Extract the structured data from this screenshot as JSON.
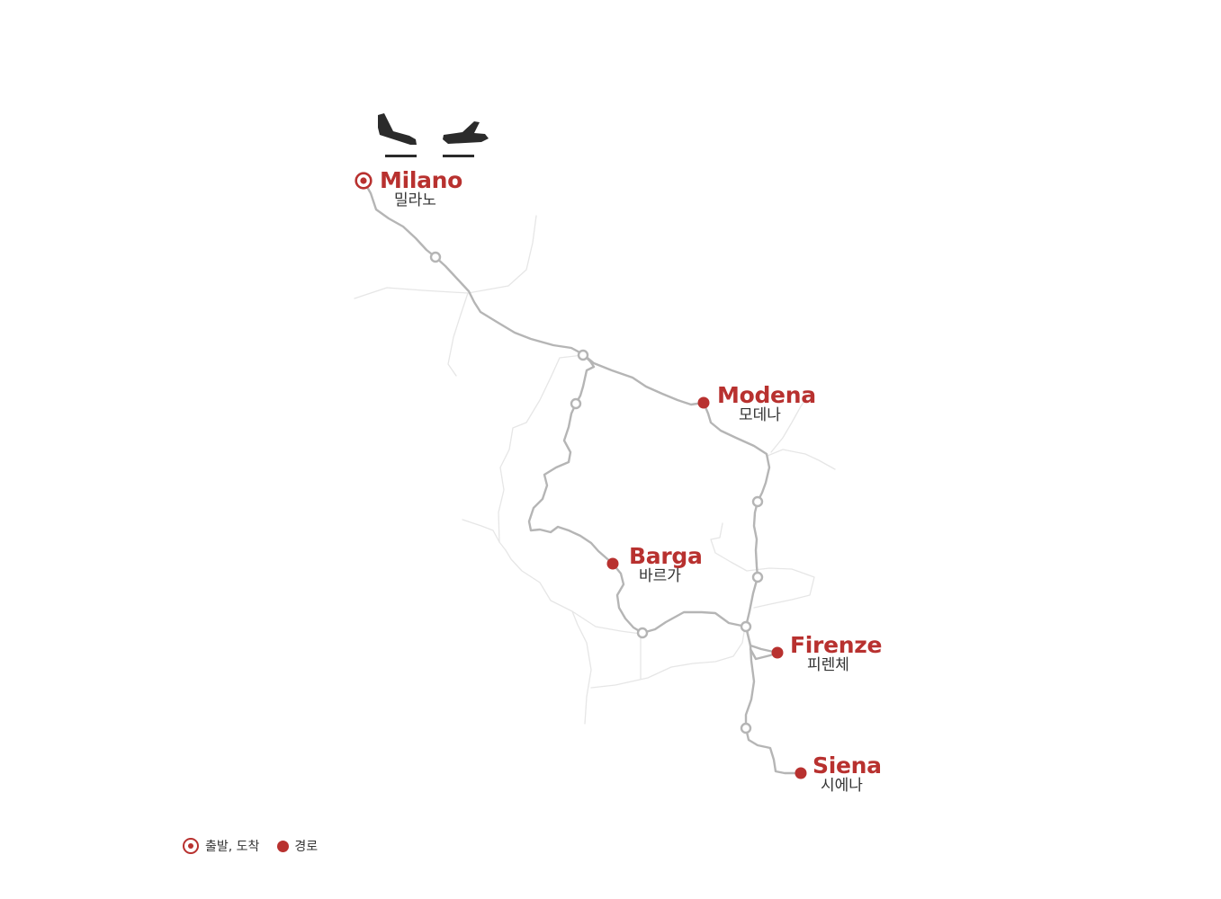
{
  "colors": {
    "accent": "#b8312f",
    "route_line": "#b5b5b5",
    "background_line": "#e6e6e6",
    "text_dark": "#333333",
    "plane_icon": "#2b2b2b"
  },
  "airport": {
    "icons": [
      "airplane-arrival-icon",
      "airplane-departure-icon"
    ]
  },
  "cities": {
    "milano": {
      "name": "Milano",
      "name_kr": "밀라노",
      "type": "start-end"
    },
    "modena": {
      "name": "Modena",
      "name_kr": "모데나",
      "type": "route"
    },
    "barga": {
      "name": "Barga",
      "name_kr": "바르가",
      "type": "route"
    },
    "firenze": {
      "name": "Firenze",
      "name_kr": "피렌체",
      "type": "route"
    },
    "siena": {
      "name": "Siena",
      "name_kr": "시에나",
      "type": "route"
    }
  },
  "legend": {
    "start_end_label": "출발, 도착",
    "route_label": "경로"
  }
}
